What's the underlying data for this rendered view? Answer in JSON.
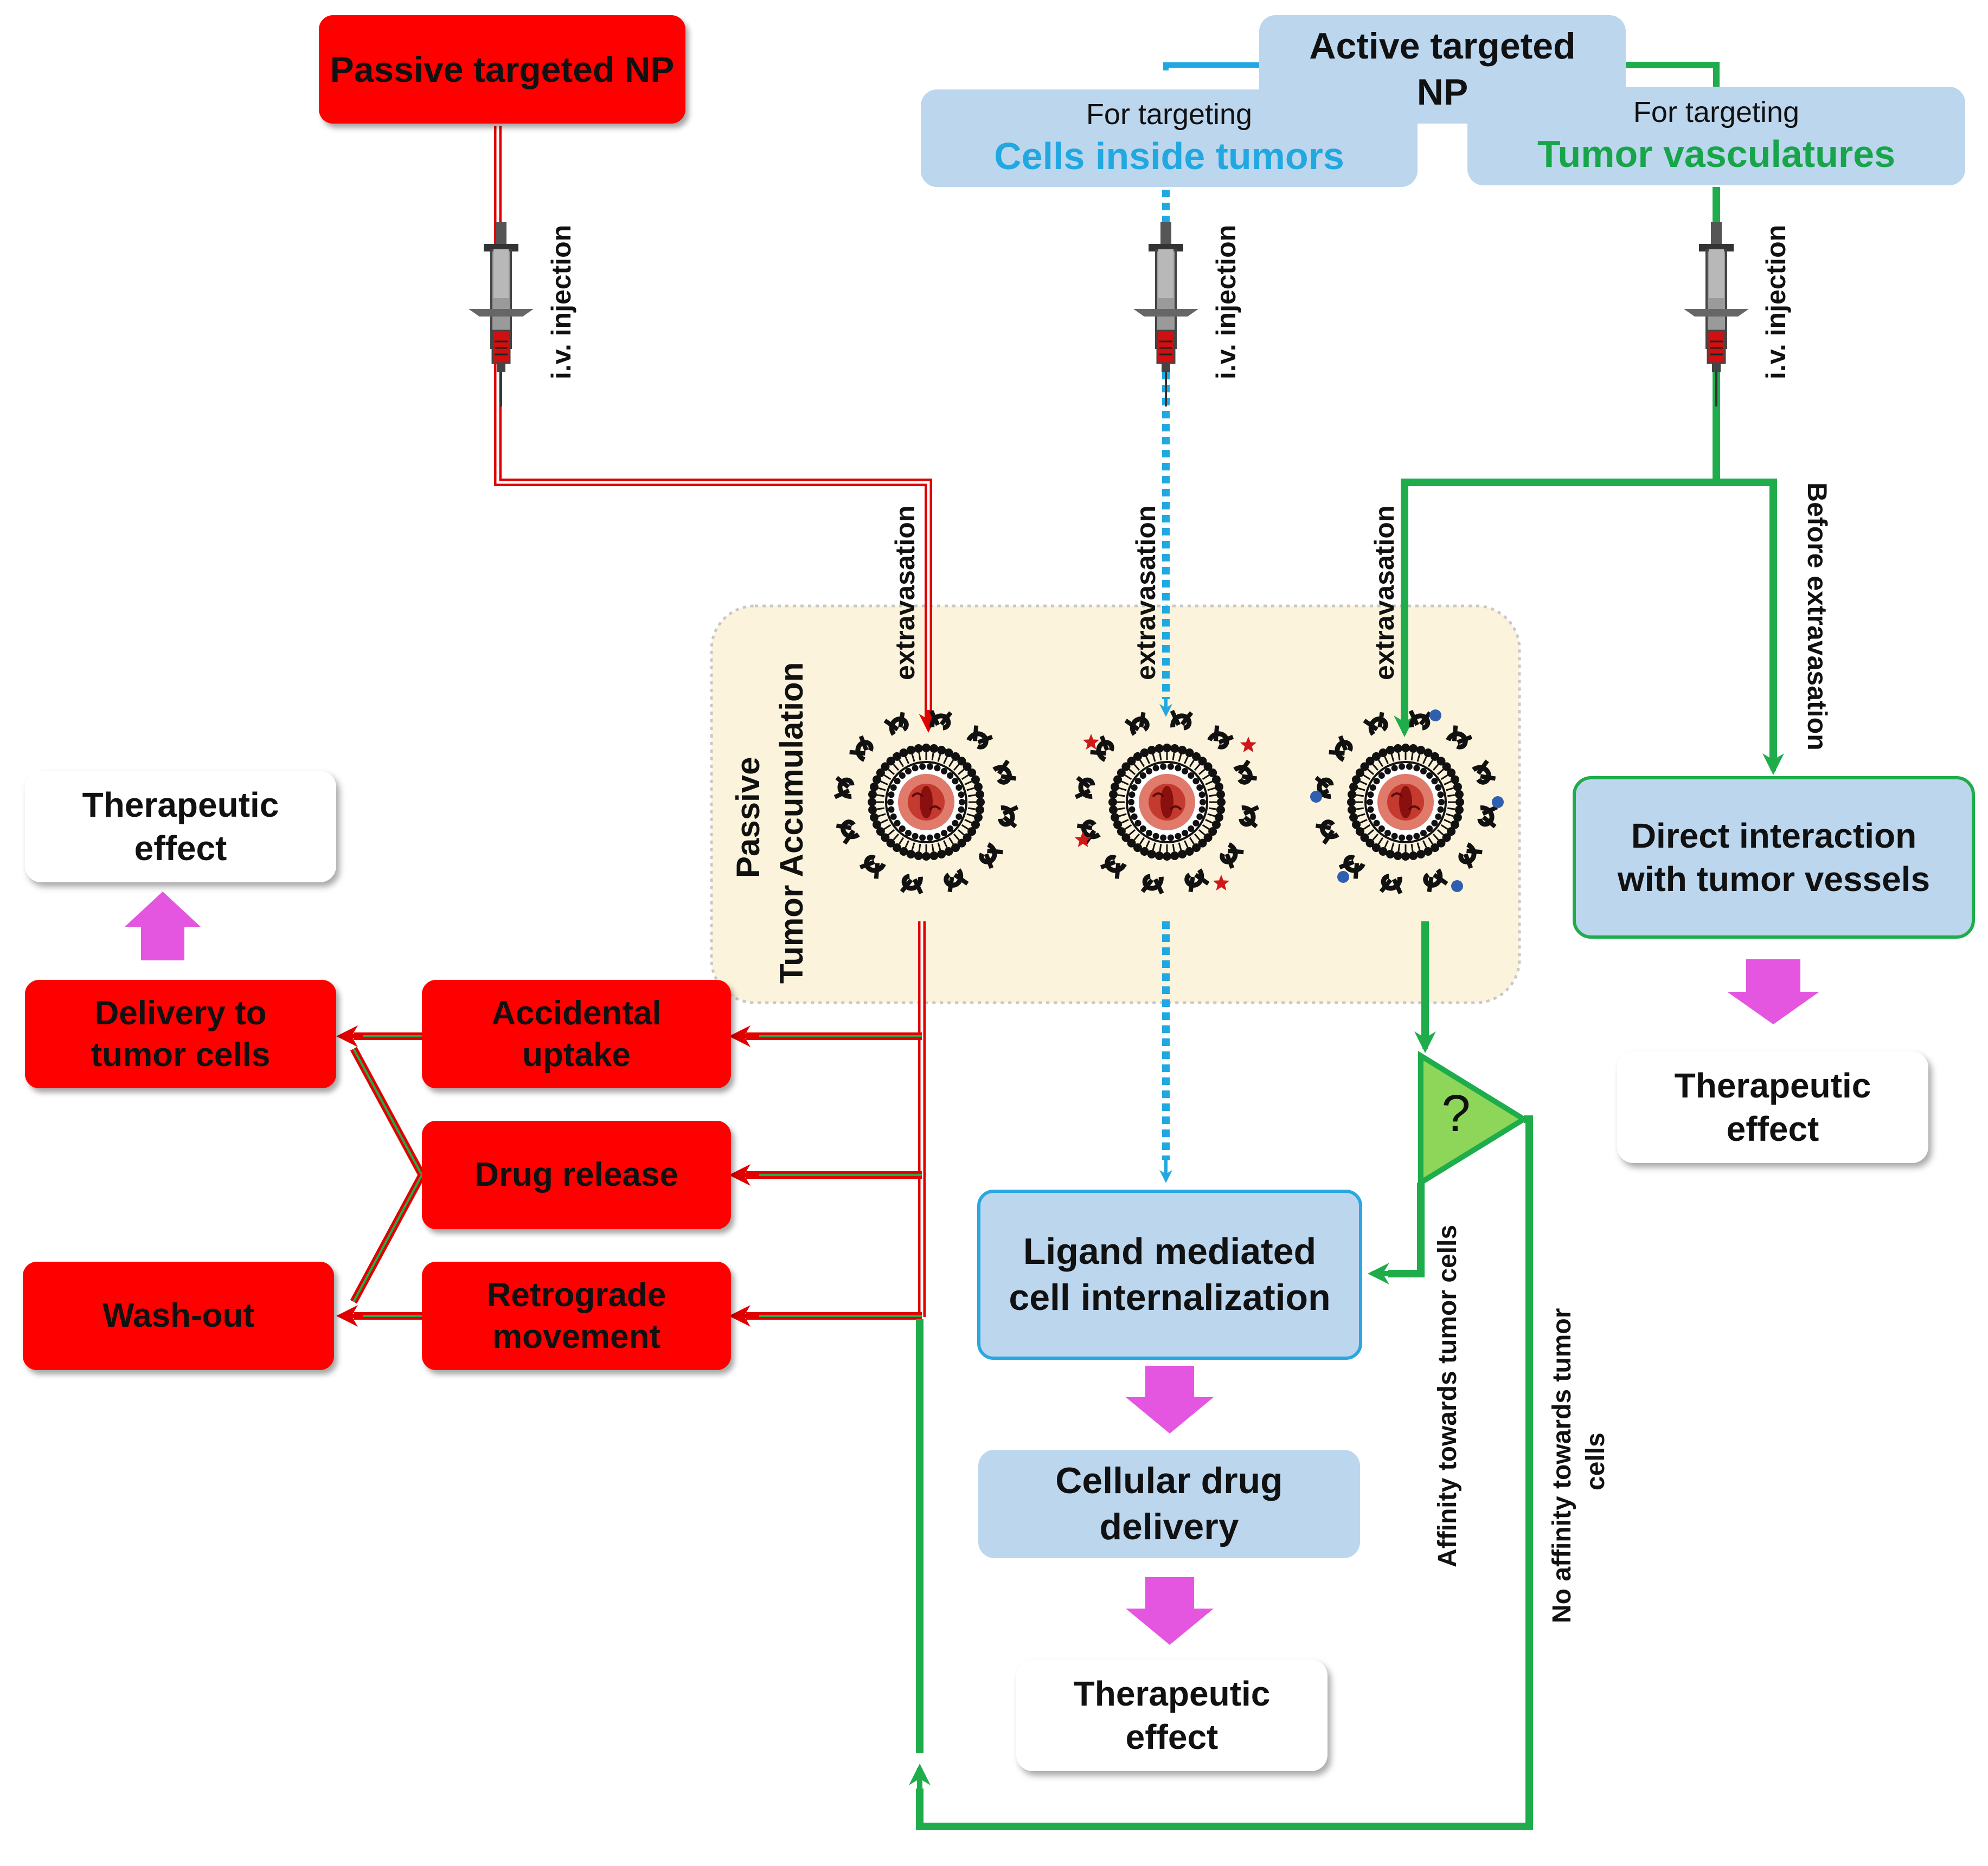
{
  "passive_np": {
    "title": "Passive targeted NP"
  },
  "active_np": {
    "title": "Active targeted NP"
  },
  "target_cells": {
    "prefix": "For targeting",
    "name": "Cells inside tumors"
  },
  "target_vessels": {
    "prefix": "For targeting",
    "name": "Tumor vasculatures"
  },
  "labels": {
    "injection": "i.v. injection",
    "extravasation": "extravasation",
    "before_extravasation": "Before extravasation",
    "passive_accumulation_1": "Passive",
    "passive_accumulation_2": "Tumor Accumulation",
    "affinity": "Affinity towards tumor cells",
    "no_affinity_1": "No affinity towards tumor",
    "no_affinity_2": "cells",
    "question": "?"
  },
  "passive_outcomes": {
    "accidental_uptake": "Accidental uptake",
    "drug_release": "Drug release",
    "retrograde_movement": "Retrograde movement",
    "delivery_to_tumor_cells": "Delivery to tumor cells",
    "wash_out": "Wash-out",
    "therapeutic_effect": "Therapeutic effect"
  },
  "cell_path": {
    "ligand_internalization": "Ligand mediated cell internalization",
    "cellular_drug_delivery": "Cellular drug delivery",
    "therapeutic_effect": "Therapeutic effect"
  },
  "vessel_path": {
    "direct_interaction": "Direct interaction with tumor vessels",
    "therapeutic_effect": "Therapeutic effect"
  },
  "colors": {
    "passive": "#ff0000",
    "cell_targeting": "#21a8e0",
    "vessel_targeting": "#1fad4b",
    "box_blue": "#bcd6ee",
    "effect_arrow": "#e455e0",
    "accumulation_zone": "#fbf3dc"
  }
}
